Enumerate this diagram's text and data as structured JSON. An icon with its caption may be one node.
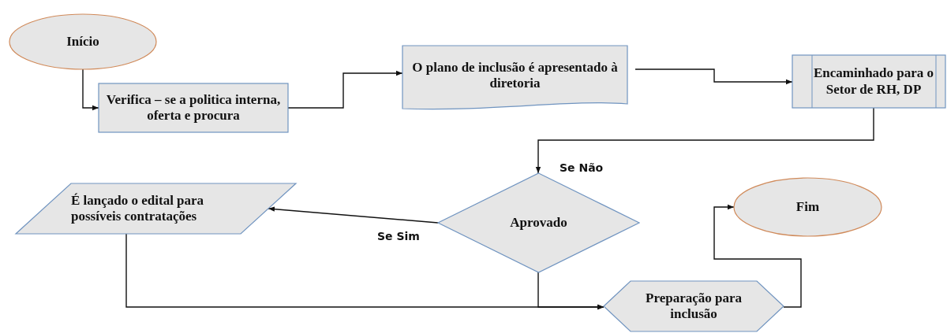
{
  "diagram": {
    "nodes": [
      {
        "text": [
          "Início"
        ]
      },
      {
        "text": [
          "Verifica – se a politica interna, oferta e procura"
        ]
      },
      {
        "text": [
          "O plano de inclusão é apresentado à diretoria"
        ]
      },
      {
        "text": [
          "Encaminhado para o Setor de RH, DP"
        ]
      },
      {
        "text": [
          "Aprovado"
        ]
      },
      {
        "text": [
          "É lançado o edital para possíveis contratações"
        ]
      },
      {
        "text": [
          "Fim"
        ]
      },
      {
        "text": [
          "Preparação para inclusão"
        ]
      }
    ],
    "edges": [
      {
        "from": 0,
        "to": 1,
        "arrow": "to"
      },
      {
        "from": 1,
        "to": 2,
        "arrow": "to"
      },
      {
        "from": 2,
        "to": 3,
        "arrow": "to"
      },
      {
        "from": 3,
        "to": 4,
        "arrow": "to",
        "label": "Se Não"
      },
      {
        "from": 4,
        "to": 5,
        "arrow": "to",
        "label": "Se Sim"
      },
      {
        "from": 5,
        "to": 7,
        "arrow": "to"
      },
      {
        "from": 4,
        "to": 7,
        "arrow": "to"
      },
      {
        "from": 7,
        "to": 6,
        "arrow": "to"
      }
    ]
  }
}
